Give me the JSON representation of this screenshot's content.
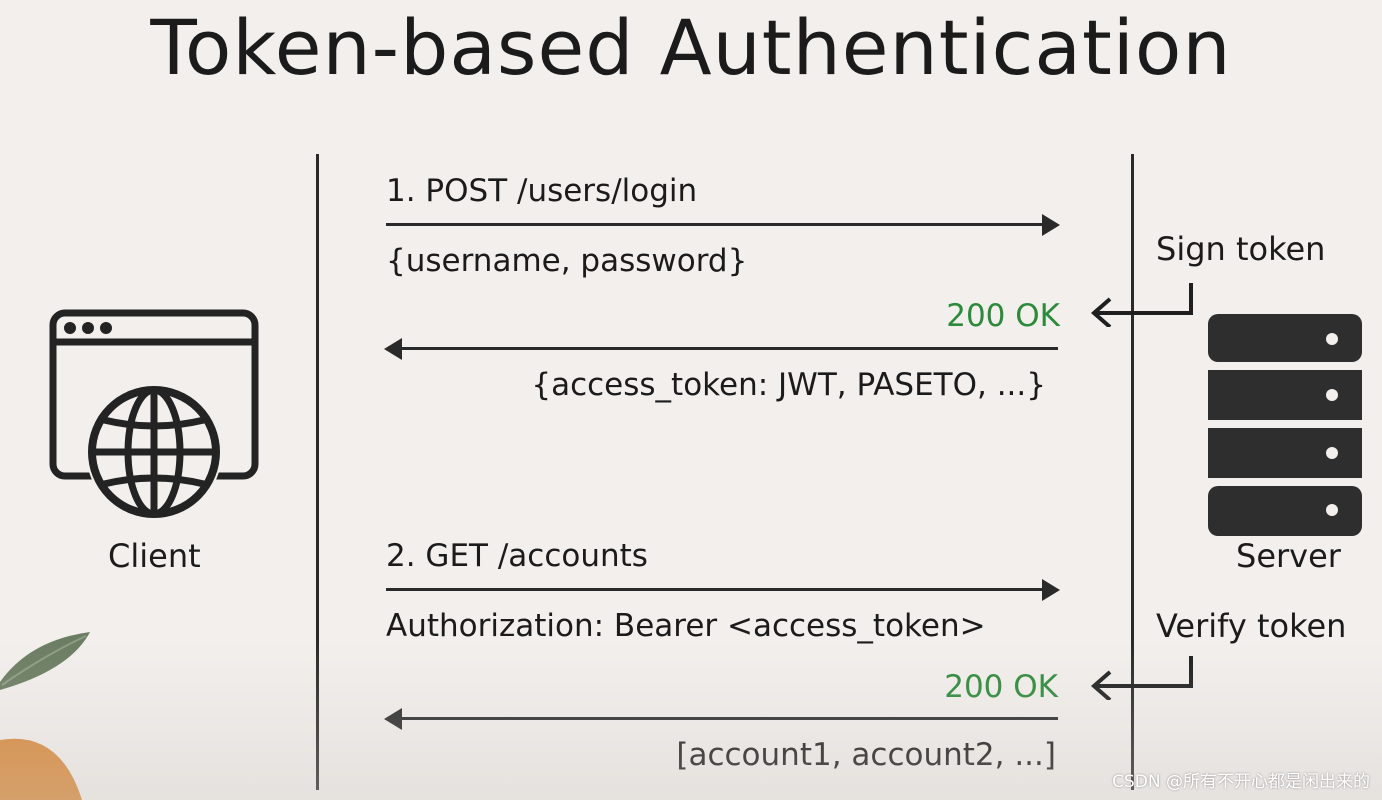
{
  "title": "Token-based Authentication",
  "client_label": "Client",
  "server_label": "Server",
  "login": {
    "request": "1. POST /users/login",
    "body": "{username, password}",
    "server_action": "Sign token",
    "status": "200 OK",
    "response": "{access_token: JWT, PASETO, ...}"
  },
  "accounts": {
    "request": "2. GET /accounts",
    "header": "Authorization: Bearer <access_token>",
    "server_action": "Verify token",
    "status": "200 OK",
    "response": "[account1, account2, ...]"
  },
  "watermark": "CSDN @所有不开心都是闲出来的",
  "colors": {
    "background": "#f3efec",
    "ink": "#1b1b1b",
    "ok": "#2c8a3a",
    "leaf": "#6b7d62",
    "orange": "#d98a3c"
  },
  "icons": {
    "client": "browser-globe-icon",
    "server": "server-rack-icon",
    "decor": "leaf-icon"
  }
}
